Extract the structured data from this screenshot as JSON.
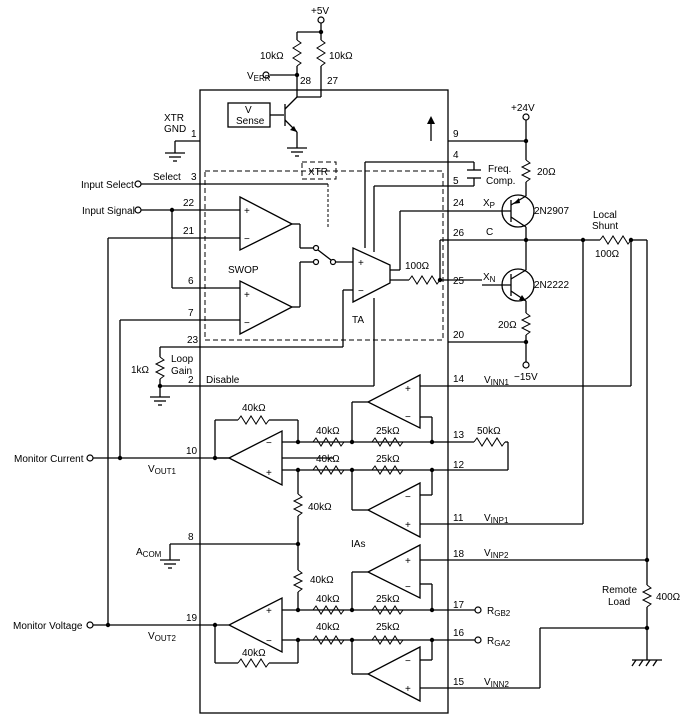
{
  "supply": {
    "v5": "+5V",
    "v24": "+24V",
    "vneg15": "−15V"
  },
  "resistors": {
    "r10k_a": "10kΩ",
    "r10k_b": "10kΩ",
    "r20_top": "20Ω",
    "r20_bot": "20Ω",
    "r100_ta": "100Ω",
    "r100_shunt": "100Ω",
    "r1k": "1kΩ",
    "r40k_fb_top": "40kΩ",
    "r40k_in_a": "40kΩ",
    "r40k_in_b": "40kΩ",
    "r25k_a": "25kΩ",
    "r25k_b": "25kΩ",
    "r50k": "50kΩ",
    "r40k_vert_a": "40kΩ",
    "r40k_vert_b": "40kΩ",
    "r40k_in_c": "40kΩ",
    "r40k_in_d": "40kΩ",
    "r25k_c": "25kΩ",
    "r25k_d": "25kΩ",
    "r40k_fb_bot": "40kΩ",
    "r400": "400Ω"
  },
  "transistors": {
    "pnp": "2N2907",
    "npn": "2N2222"
  },
  "labels": {
    "v_err": "V",
    "v_err_sub": "ERR",
    "v_sense_1": "V",
    "v_sense_2": "Sense",
    "xtr_gnd_1": "XTR",
    "xtr_gnd_2": "GND",
    "select": "Select",
    "xtr_box": "XTR",
    "freq_comp_1": "Freq.",
    "freq_comp_2": "Comp.",
    "input_select": "Input Select",
    "input_signal": "Input Signal",
    "swop": "SWOP",
    "ta": "TA",
    "xp": "X",
    "xp_sub": "P",
    "c": "C",
    "xn": "X",
    "xn_sub": "N",
    "local_shunt_1": "Local",
    "local_shunt_2": "Shunt",
    "loop_gain_1": "Loop",
    "loop_gain_2": "Gain",
    "disable": "Disable",
    "vinn1": "V",
    "vinn1_sub": "INN1",
    "monitor_current": "Monitor Current",
    "vout1": "V",
    "vout1_sub": "OUT1",
    "vinp1": "V",
    "vinp1_sub": "INP1",
    "acom": "A",
    "acom_sub": "COM",
    "ias": "IAs",
    "vinp2": "V",
    "vinp2_sub": "INP2",
    "remote_load_1": "Remote",
    "remote_load_2": "Load",
    "monitor_voltage": "Monitor Voltage",
    "vout2": "V",
    "vout2_sub": "OUT2",
    "rgb2": "R",
    "rgb2_sub": "GB2",
    "rga2": "R",
    "rga2_sub": "GA2",
    "vinn2": "V",
    "vinn2_sub": "INN2"
  },
  "pins": {
    "p28": "28",
    "p27": "27",
    "p1": "1",
    "p9": "9",
    "p3": "3",
    "p4": "4",
    "p5": "5",
    "p22": "22",
    "p24": "24",
    "p21": "21",
    "p26": "26",
    "p25": "25",
    "p6": "6",
    "p7": "7",
    "p20": "20",
    "p23": "23",
    "p2": "2",
    "p14": "14",
    "p13": "13",
    "p10": "10",
    "p12": "12",
    "p11": "11",
    "p8": "8",
    "p18": "18",
    "p19": "19",
    "p17": "17",
    "p16": "16",
    "p15": "15"
  },
  "opamp_signs": {
    "plus": "+",
    "minus": "−"
  }
}
